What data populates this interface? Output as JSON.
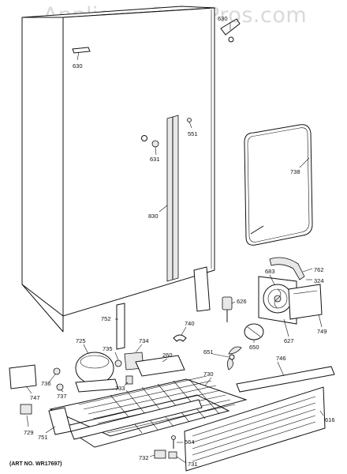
{
  "watermark": "AppliancePartsPros.com",
  "art_number": "(ART NO. WR17697)",
  "callouts": {
    "c630": "630",
    "c630b": "630",
    "c551": "551",
    "c631": "631",
    "c738": "738",
    "c830": "830",
    "c762": "762",
    "c683": "683",
    "c324": "324",
    "c626": "626",
    "c752": "752",
    "c740": "740",
    "c749": "749",
    "c627": "627",
    "c725": "725",
    "c735": "735",
    "c734": "734",
    "c651": "651",
    "c650": "650",
    "c260": "260",
    "c746": "746",
    "c730": "730",
    "c736": "736",
    "c737": "737",
    "c733": "733",
    "c747": "747",
    "c616": "616",
    "c729": "729",
    "c751": "751",
    "c564": "564",
    "c732": "732",
    "c731": "731"
  }
}
